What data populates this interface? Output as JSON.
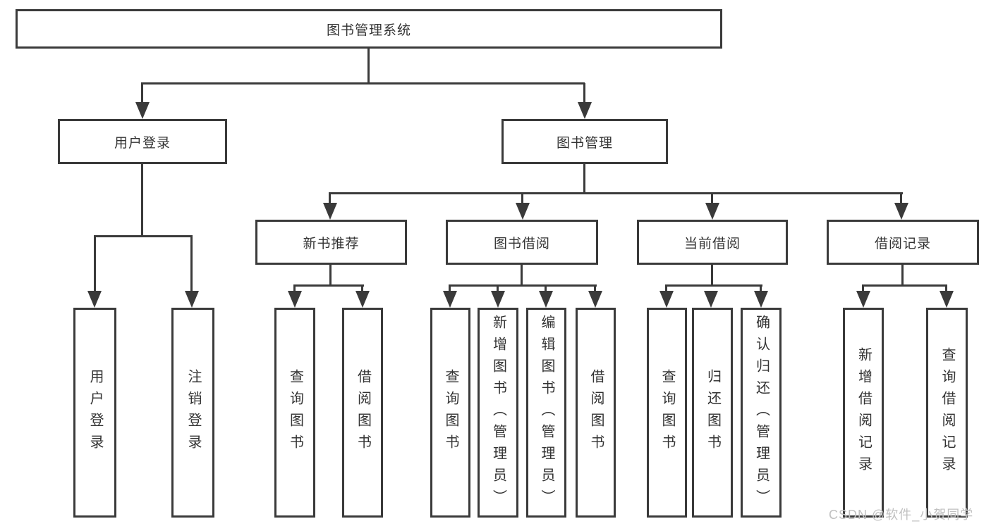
{
  "diagram": {
    "root": {
      "label": "图书管理系统"
    },
    "level2": [
      {
        "label": "用户登录"
      },
      {
        "label": "图书管理"
      }
    ],
    "level3": [
      {
        "label": "新书推荐"
      },
      {
        "label": "图书借阅"
      },
      {
        "label": "当前借阅"
      },
      {
        "label": "借阅记录"
      }
    ],
    "groups": [
      {
        "parent": "用户登录",
        "children": [
          {
            "label": "用户登录"
          },
          {
            "label": "注销登录"
          }
        ]
      },
      {
        "parent": "新书推荐",
        "children": [
          {
            "label": "查询图书"
          },
          {
            "label": "借阅图书"
          }
        ]
      },
      {
        "parent": "图书借阅",
        "children": [
          {
            "label": "查询图书"
          },
          {
            "label": "新增图书（管理员）"
          },
          {
            "label": "编辑图书（管理员）"
          },
          {
            "label": "借阅图书"
          }
        ]
      },
      {
        "parent": "当前借阅",
        "children": [
          {
            "label": "查询图书"
          },
          {
            "label": "归还图书"
          },
          {
            "label": "确认归还（管理员）"
          }
        ]
      },
      {
        "parent": "借阅记录",
        "children": [
          {
            "label": "新增借阅记录"
          },
          {
            "label": "查询借阅记录"
          }
        ]
      }
    ],
    "watermark": "CSDN @软件_小贺同学"
  },
  "colors": {
    "line": "#3a3a3a",
    "box_border": "#3a3a3a",
    "text": "#333333",
    "watermark": "#c0c0c0",
    "background": "#ffffff"
  }
}
